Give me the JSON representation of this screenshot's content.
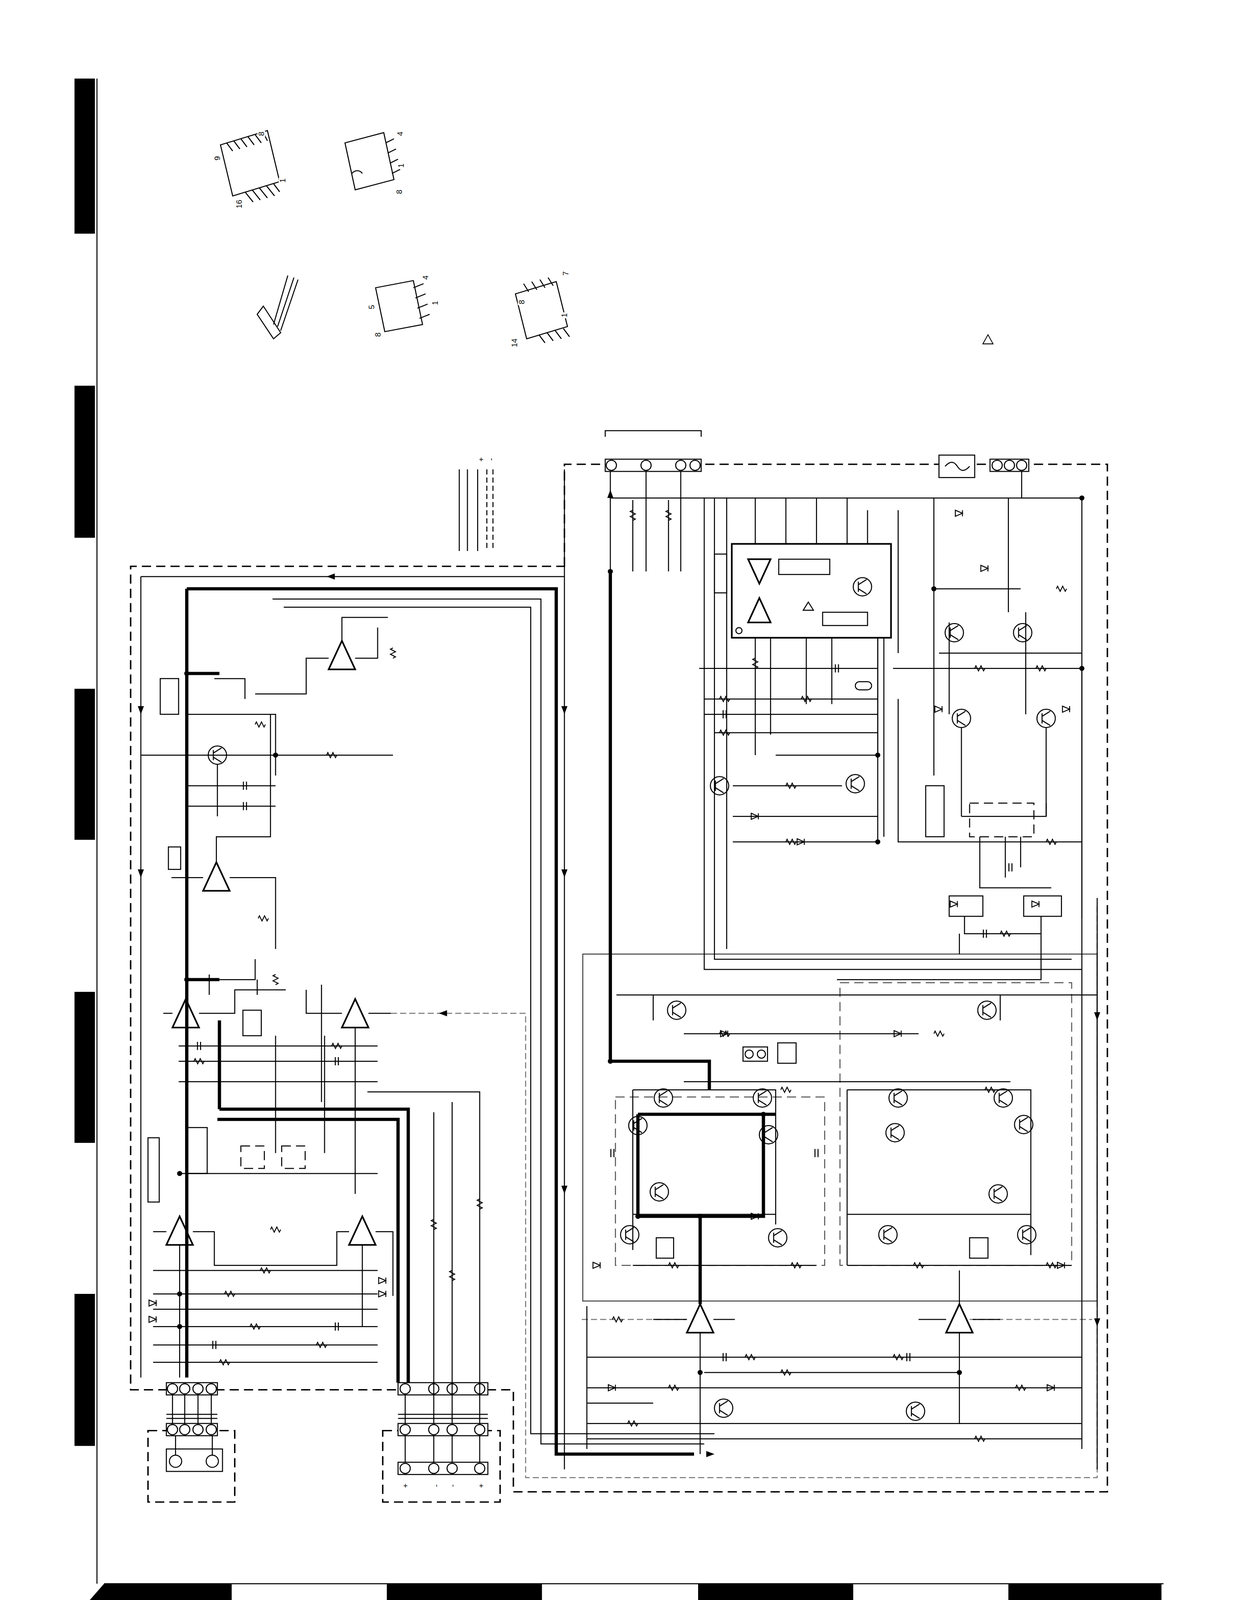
{
  "diagram": {
    "labels": [
      "9",
      "8",
      "16",
      "1",
      "4",
      "1",
      "8",
      "4",
      "5",
      "1",
      "8",
      "8",
      "7",
      "14",
      "1",
      "+",
      "-",
      "+",
      "-",
      "-",
      "+"
    ]
  }
}
